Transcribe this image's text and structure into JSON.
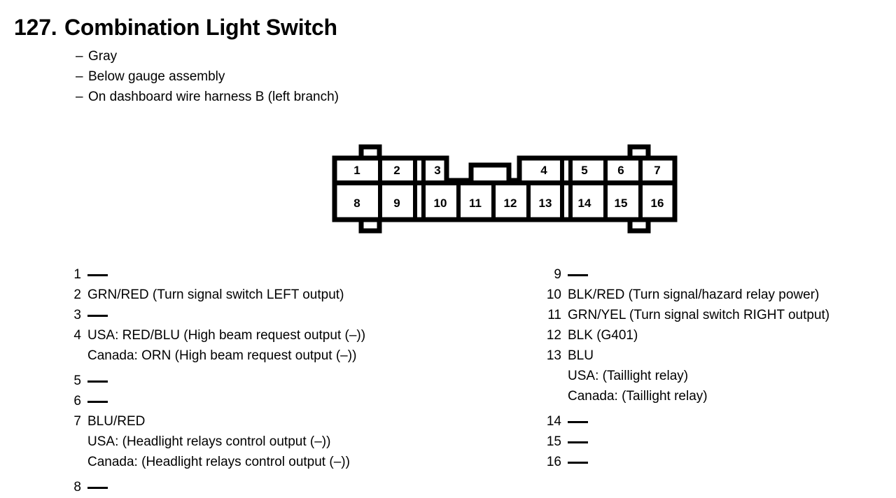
{
  "header": {
    "number": "127.",
    "title": "Combination Light Switch",
    "bullets": [
      {
        "dash": "–",
        "text": "Gray"
      },
      {
        "dash": "–",
        "text": "Below gauge assembly"
      },
      {
        "dash": "–",
        "text": "On dashboard wire harness B (left branch)"
      }
    ]
  },
  "connector": {
    "name": "16-pin-connector",
    "top_row_pins": [
      "1",
      "2",
      "3",
      "4",
      "5",
      "6",
      "7"
    ],
    "bottom_row_pins": [
      "8",
      "9",
      "10",
      "11",
      "12",
      "13",
      "14",
      "15",
      "16"
    ],
    "pins": [
      "1",
      "2",
      "3",
      "4",
      "5",
      "6",
      "7",
      "8",
      "9",
      "10",
      "11",
      "12",
      "13",
      "14",
      "15",
      "16"
    ],
    "outline_color": "#000000",
    "fill_color": "#ffffff"
  },
  "pin_list_left": [
    {
      "index": "1",
      "lines": [],
      "dash": true
    },
    {
      "index": "2",
      "lines": [
        "GRN/RED (Turn signal switch LEFT output)"
      ],
      "dash": false
    },
    {
      "index": "3",
      "lines": [],
      "dash": true
    },
    {
      "index": "4",
      "lines": [
        "USA: RED/BLU (High beam request output (–))",
        "Canada: ORN (High beam request output (–))"
      ],
      "dash": false
    },
    {
      "index": "5",
      "lines": [],
      "dash": true
    },
    {
      "index": "6",
      "lines": [],
      "dash": true
    },
    {
      "index": "7",
      "lines": [
        "BLU/RED",
        "USA: (Headlight relays control output (–))",
        "Canada: (Headlight relays control output (–))"
      ],
      "dash": false
    },
    {
      "index": "8",
      "lines": [],
      "dash": true
    }
  ],
  "pin_list_right": [
    {
      "index": "9",
      "lines": [],
      "dash": true
    },
    {
      "index": "10",
      "lines": [
        "BLK/RED (Turn signal/hazard relay power)"
      ],
      "dash": false
    },
    {
      "index": "11",
      "lines": [
        "GRN/YEL (Turn signal switch RIGHT output)"
      ],
      "dash": false
    },
    {
      "index": "12",
      "lines": [
        "BLK (G401)"
      ],
      "dash": false
    },
    {
      "index": "13",
      "lines": [
        "BLU",
        "USA: (Taillight relay)",
        "Canada: (Taillight relay)"
      ],
      "dash": false
    },
    {
      "index": "14",
      "lines": [],
      "dash": true
    },
    {
      "index": "15",
      "lines": [],
      "dash": true
    },
    {
      "index": "16",
      "lines": [],
      "dash": true
    }
  ]
}
